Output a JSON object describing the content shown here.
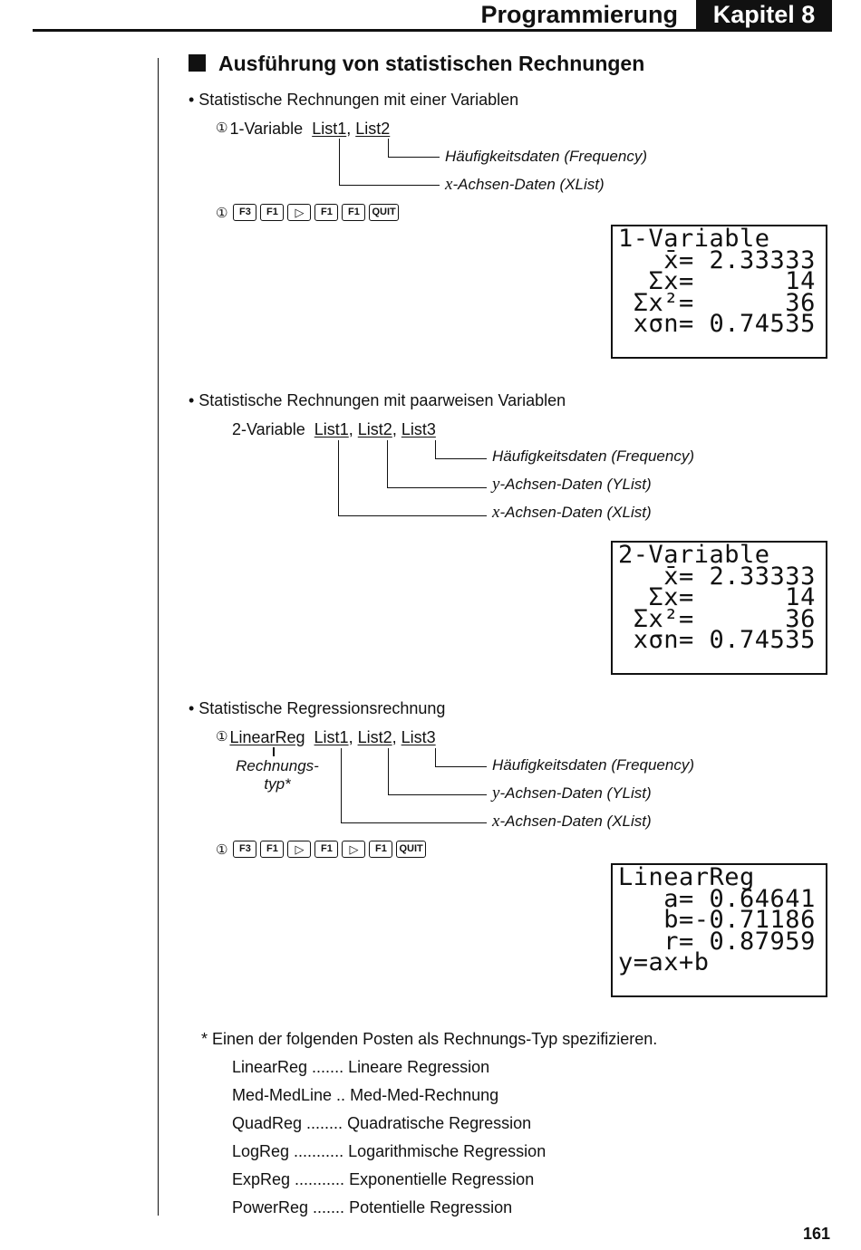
{
  "header": {
    "title": "Programmierung",
    "chapter": "Kapitel 8"
  },
  "section": {
    "title": "Ausführung von statistischen Rechnungen"
  },
  "block1": {
    "bullet": "• Statistische Rechnungen mit einer Variablen",
    "circle": "①",
    "command": "1-Variable",
    "list1": "List1",
    "list2": "List2",
    "label_freq": "Häufigkeitsdaten (Frequency)",
    "label_x_var": "x",
    "label_x": "-Achsen-Daten (XList)",
    "keys": [
      "F3",
      "F1",
      "▷",
      "F1",
      "F1",
      "QUIT"
    ],
    "screen": [
      "1-Variable",
      "   x̄= 2.33333",
      "  Σx=      14",
      " Σx²=      36",
      " xσn= 0.74535"
    ]
  },
  "block2": {
    "bullet": "• Statistische Rechnungen mit paarweisen Variablen",
    "command": "2-Variable",
    "list1": "List1",
    "list2": "List2",
    "list3": "List3",
    "label_freq": "Häufigkeitsdaten (Frequency)",
    "label_y_var": "y",
    "label_y": "-Achsen-Daten (YList)",
    "label_x_var": "x",
    "label_x": "-Achsen-Daten (XList)",
    "screen": [
      "2-Variable",
      "   x̄= 2.33333",
      "  Σx=      14",
      " Σx²=      36",
      " xσn= 0.74535"
    ]
  },
  "block3": {
    "bullet": "• Statistische Regressionsrechnung",
    "circle": "①",
    "command": "LinearReg",
    "list1": "List1",
    "list2": "List2",
    "list3": "List3",
    "type_label_1": "Rechnungs-",
    "type_label_2": "typ*",
    "label_freq": "Häufigkeitsdaten (Frequency)",
    "label_y_var": "y",
    "label_y": "-Achsen-Daten (YList)",
    "label_x_var": "x",
    "label_x": "-Achsen-Daten (XList)",
    "keys": [
      "F3",
      "F1",
      "▷",
      "F1",
      "▷",
      "F1",
      "QUIT"
    ],
    "screen": [
      "LinearReg",
      "   a= 0.64641",
      "   b=-0.71186",
      "   r= 0.87959",
      "y=ax+b"
    ]
  },
  "footnote": {
    "intro": "* Einen der folgenden Posten als Rechnungs-Typ spezifizieren.",
    "items": [
      {
        "name": "LinearReg .......",
        "desc": "Lineare Regression"
      },
      {
        "name": "Med-MedLine ..",
        "desc": "Med-Med-Rechnung"
      },
      {
        "name": "QuadReg ........",
        "desc": "Quadratische Regression"
      },
      {
        "name": "LogReg ...........",
        "desc": "Logarithmische Regression"
      },
      {
        "name": "ExpReg ...........",
        "desc": "Exponentielle Regression"
      },
      {
        "name": "PowerReg .......",
        "desc": "Potentielle Regression"
      }
    ]
  },
  "page_number": "161"
}
